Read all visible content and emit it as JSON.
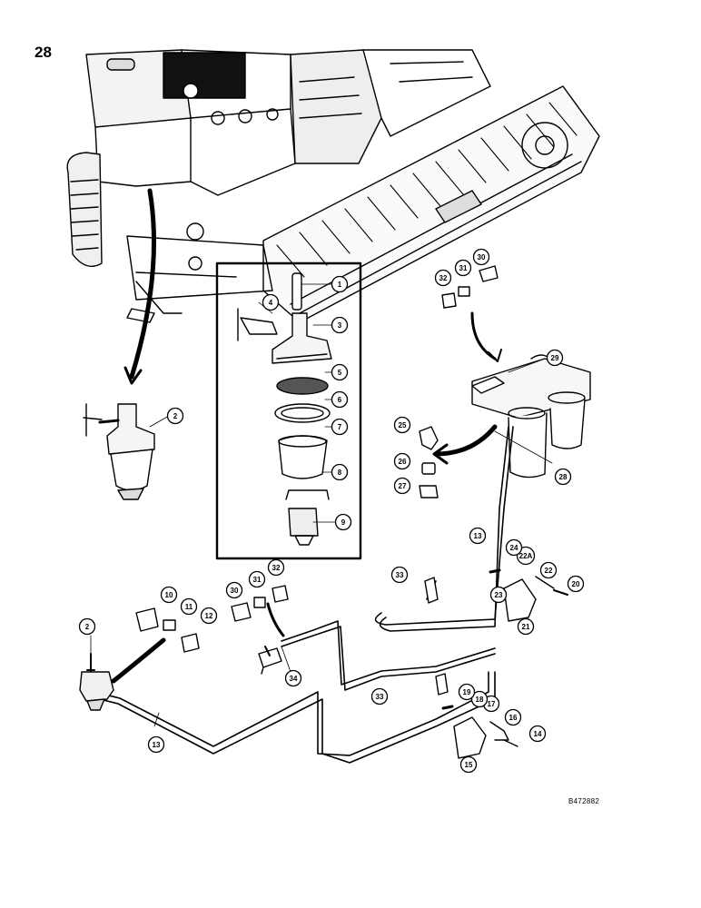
{
  "page": {
    "number": "28",
    "drawing_code": "B472882"
  },
  "callouts": [
    {
      "id": "c1",
      "label": "1"
    },
    {
      "id": "c2a",
      "label": "2"
    },
    {
      "id": "c2b",
      "label": "2"
    },
    {
      "id": "c3",
      "label": "3"
    },
    {
      "id": "c4",
      "label": "4"
    },
    {
      "id": "c5",
      "label": "5"
    },
    {
      "id": "c6",
      "label": "6"
    },
    {
      "id": "c7",
      "label": "7"
    },
    {
      "id": "c8",
      "label": "8"
    },
    {
      "id": "c9",
      "label": "9"
    },
    {
      "id": "c10",
      "label": "10"
    },
    {
      "id": "c11",
      "label": "11"
    },
    {
      "id": "c12",
      "label": "12"
    },
    {
      "id": "c13a",
      "label": "13"
    },
    {
      "id": "c13b",
      "label": "13"
    },
    {
      "id": "c14",
      "label": "14"
    },
    {
      "id": "c15",
      "label": "15"
    },
    {
      "id": "c16",
      "label": "16"
    },
    {
      "id": "c17",
      "label": "17"
    },
    {
      "id": "c18",
      "label": "18"
    },
    {
      "id": "c19",
      "label": "19"
    },
    {
      "id": "c20",
      "label": "20"
    },
    {
      "id": "c21",
      "label": "21"
    },
    {
      "id": "c22",
      "label": "22"
    },
    {
      "id": "c22a",
      "label": "22A"
    },
    {
      "id": "c23",
      "label": "23"
    },
    {
      "id": "c24",
      "label": "24"
    },
    {
      "id": "c25",
      "label": "25"
    },
    {
      "id": "c26",
      "label": "26"
    },
    {
      "id": "c27",
      "label": "27"
    },
    {
      "id": "c28",
      "label": "28"
    },
    {
      "id": "c29",
      "label": "29"
    },
    {
      "id": "c30a",
      "label": "30"
    },
    {
      "id": "c30b",
      "label": "30"
    },
    {
      "id": "c31a",
      "label": "31"
    },
    {
      "id": "c31b",
      "label": "31"
    },
    {
      "id": "c32a",
      "label": "32"
    },
    {
      "id": "c32b",
      "label": "32"
    },
    {
      "id": "c33a",
      "label": "33"
    },
    {
      "id": "c33b",
      "label": "33"
    },
    {
      "id": "c34",
      "label": "34"
    }
  ]
}
